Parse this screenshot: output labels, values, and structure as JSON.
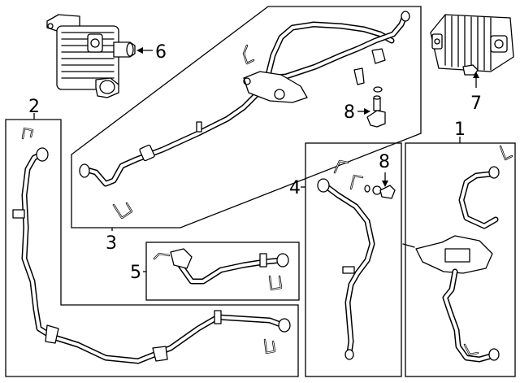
{
  "callouts": {
    "c1": "1",
    "c2": "2",
    "c3": "3",
    "c4": "4",
    "c5": "5",
    "c6": "6",
    "c7": "7",
    "c8a": "8",
    "c8b": "8"
  },
  "colors": {
    "line": "#000000",
    "background": "#ffffff"
  }
}
